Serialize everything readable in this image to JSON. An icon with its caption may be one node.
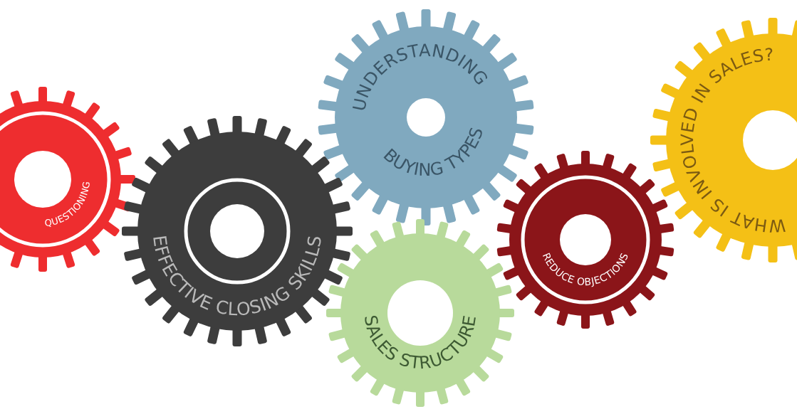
{
  "diagram": {
    "nodes": [
      {
        "text": [
          "QUESTIONING"
        ]
      },
      {
        "text": [
          "EFFECTIVE CLOSING SKILLS"
        ]
      },
      {
        "text": [
          "UNDERSTANDING",
          "BUYING TYPES"
        ]
      },
      {
        "text": [
          "SALES STRUCTURE"
        ]
      },
      {
        "text": [
          "REDUCE OBJECTIONS"
        ]
      },
      {
        "text": [
          "WHAT IS INVOLVED IN SALES?"
        ]
      }
    ]
  }
}
